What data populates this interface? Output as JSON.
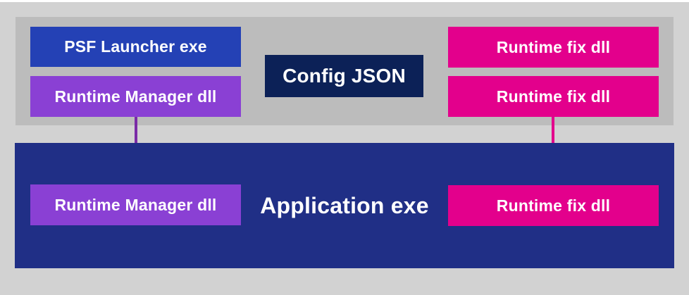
{
  "diagram": {
    "package_container": {
      "launcher_label": "PSF Launcher exe",
      "runtime_manager_label": "Runtime Manager dll",
      "config_label": "Config JSON",
      "runtime_fix_1_label": "Runtime fix dll",
      "runtime_fix_2_label": "Runtime fix dll"
    },
    "app_container": {
      "title": "Application exe",
      "runtime_manager_label": "Runtime Manager dll",
      "runtime_fix_label": "Runtime fix dll"
    },
    "colors": {
      "page_bg": "#d2d2d2",
      "package_bg": "#bcbcbc",
      "app_bg": "#202f86",
      "launcher_blue": "#2441b5",
      "manager_purple": "#8a40d4",
      "config_navy": "#0c2157",
      "fix_magenta": "#e3008c",
      "arrow_purple": "#7a2ba6",
      "arrow_magenta": "#e3008c",
      "text": "#ffffff"
    }
  }
}
